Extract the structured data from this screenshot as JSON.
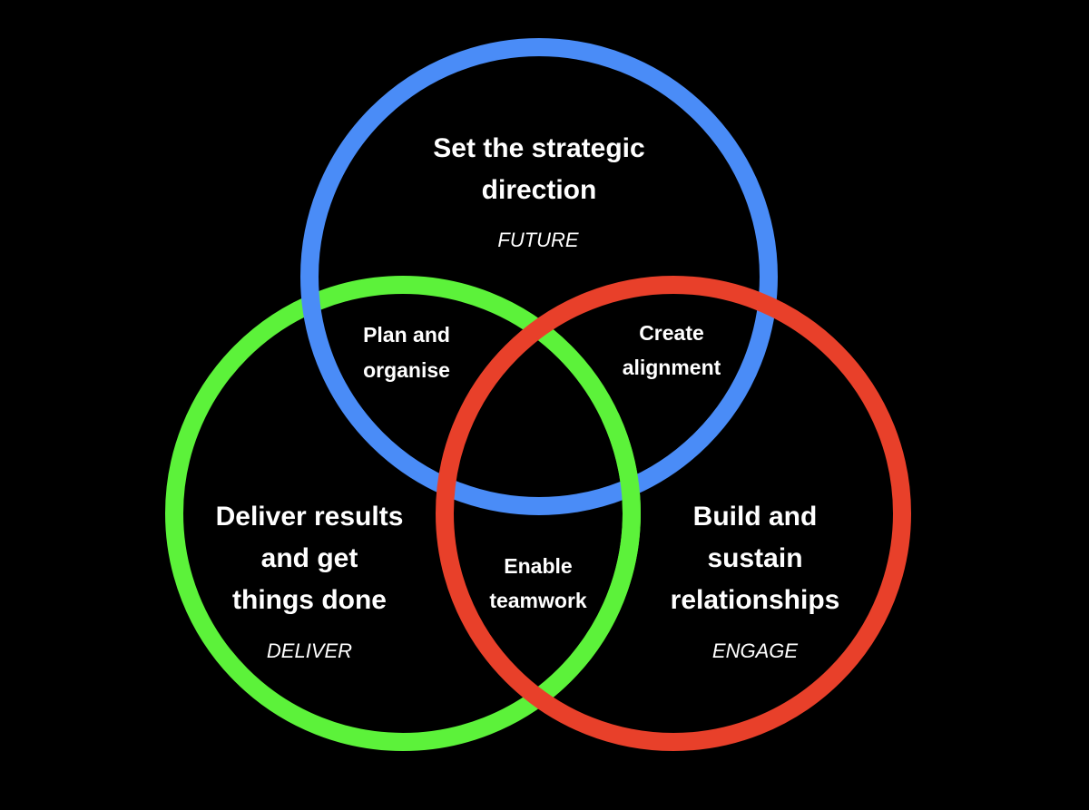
{
  "colors": {
    "background": "#000000",
    "future": "#4a8cf7",
    "deliver": "#5cf23a",
    "engage": "#e8402a",
    "text": "#ffffff"
  },
  "circles": {
    "future": {
      "title_line1": "Set the strategic",
      "title_line2": "direction",
      "tag": "FUTURE"
    },
    "deliver": {
      "title_line1": "Deliver results",
      "title_line2": "and get",
      "title_line3": "things done",
      "tag": "DELIVER"
    },
    "engage": {
      "title_line1": "Build and",
      "title_line2": "sustain",
      "title_line3": "relationships",
      "tag": "ENGAGE"
    }
  },
  "overlaps": {
    "future_deliver": {
      "line1": "Plan and",
      "line2": "organise"
    },
    "future_engage": {
      "line1": "Create",
      "line2": "alignment"
    },
    "deliver_engage": {
      "line1": "Enable",
      "line2": "teamwork"
    }
  }
}
